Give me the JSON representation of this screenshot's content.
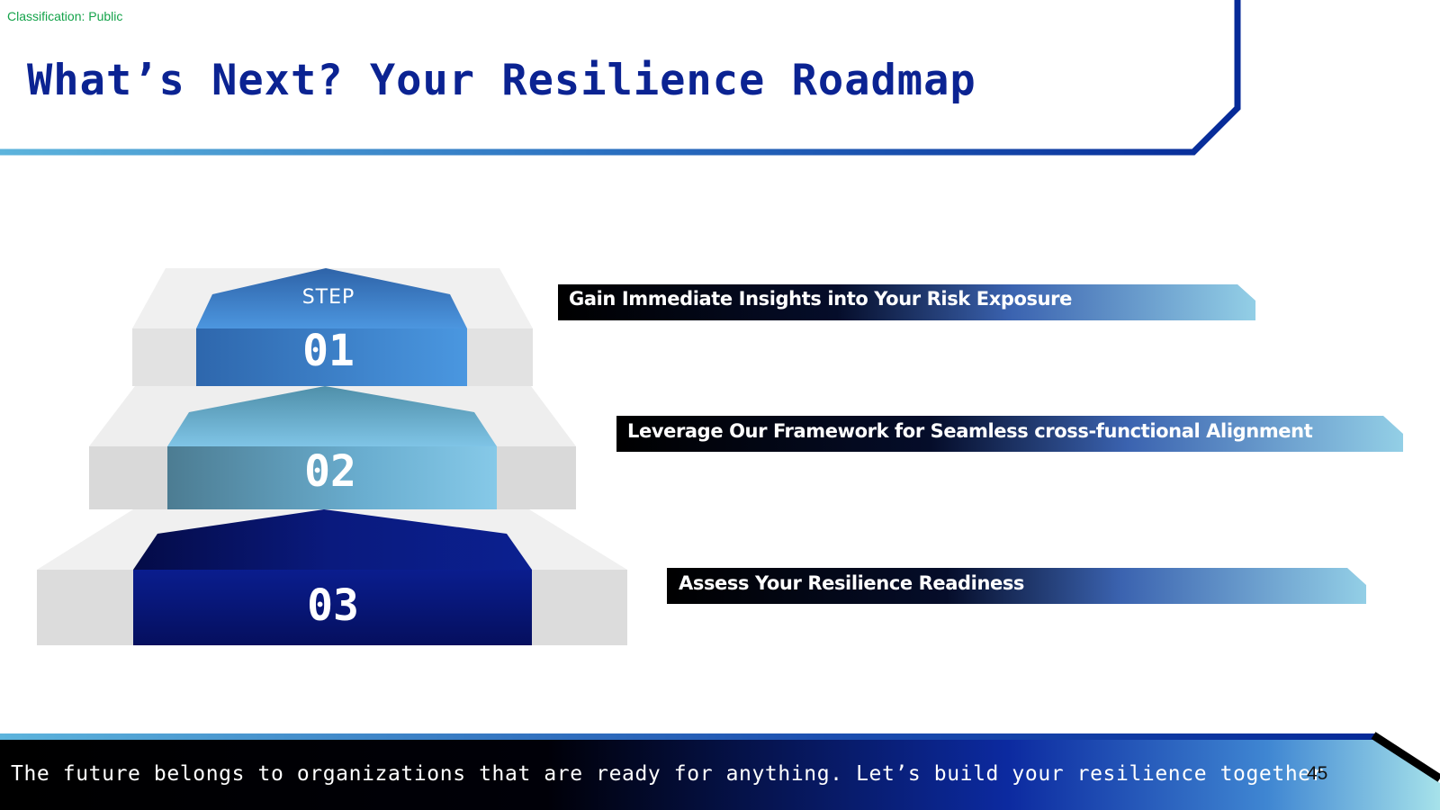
{
  "header": {
    "classification": "Classification: Public",
    "title": "What’s Next? Your Resilience Roadmap"
  },
  "steps": {
    "step_word": "STEP",
    "items": [
      {
        "number": "01",
        "text": "Gain Immediate Insights into Your Risk Exposure"
      },
      {
        "number": "02",
        "text": "Leverage Our Framework for Seamless cross-functional Alignment"
      },
      {
        "number": "03",
        "text": "Assess Your Resilience Readiness"
      }
    ]
  },
  "footer": {
    "tagline": "The future belongs to organizations that are ready for anything. Let’s build your resilience together",
    "page_number": "45"
  },
  "colors": {
    "title": "#0b2392",
    "frame": "#062a98",
    "step1": "#3e84d2",
    "step2": "#7cbfe0",
    "step3": "#081a82"
  }
}
